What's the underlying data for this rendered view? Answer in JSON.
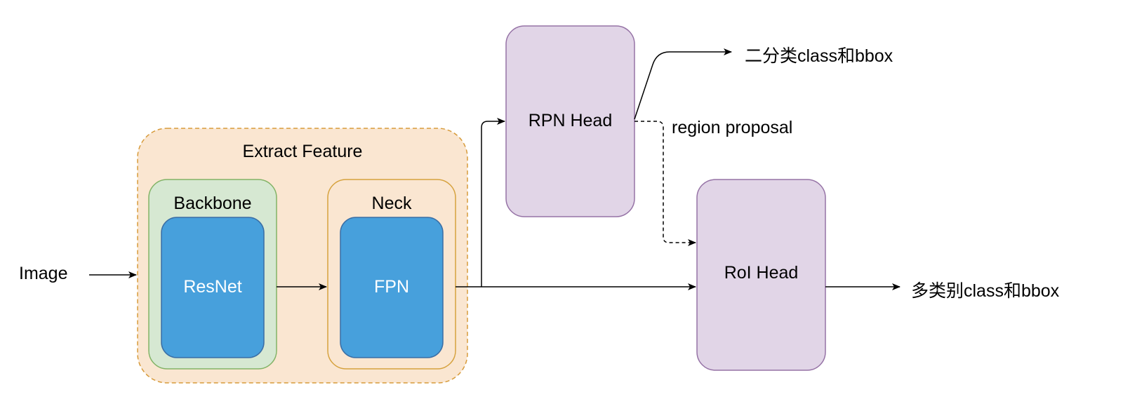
{
  "input_label": "Image",
  "extract_feature": {
    "title": "Extract Feature",
    "fill": "#fae6d1",
    "stroke": "#d79b3b"
  },
  "backbone": {
    "title": "Backbone",
    "inner": "ResNet",
    "fill": "#d6e8d2",
    "stroke": "#82b366"
  },
  "neck": {
    "title": "Neck",
    "inner": "FPN",
    "fill": "#fae6d1",
    "stroke": "#d6a23e"
  },
  "inner_block": {
    "fill": "#47a0dc",
    "stroke": "#3a6ea5",
    "text_color": "#ffffff"
  },
  "rpn_head": {
    "label": "RPN Head",
    "fill": "#e1d5e7",
    "stroke": "#9673a6"
  },
  "roi_head": {
    "label": "RoI Head",
    "fill": "#e1d5e7",
    "stroke": "#9673a6"
  },
  "rpn_output": "二分类class和bbox",
  "region_proposal": "region proposal",
  "roi_output": "多类别class和bbox"
}
